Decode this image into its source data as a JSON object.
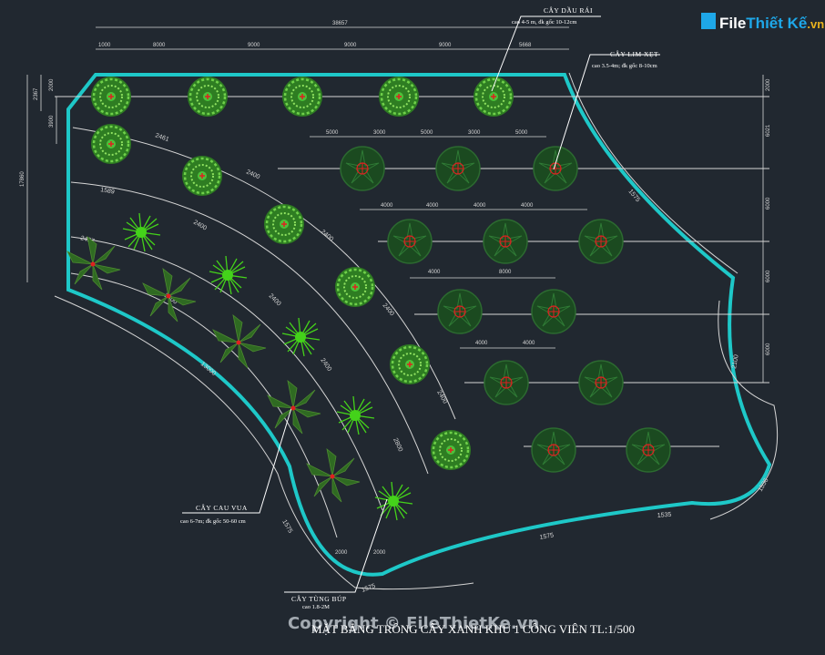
{
  "logo": {
    "file": "File",
    "brand": "Thiết Kế",
    "tld": ".vn"
  },
  "plant_labels": [
    {
      "name": "CÂY DẦU RÁI",
      "spec": "cao 4-5 m, đk gốc 10-12cm"
    },
    {
      "name": "CÂY LIM XẸT",
      "spec": "cao 3.5-4m; đk gốc 8-10cm"
    },
    {
      "name": "CÂY CAU VUA",
      "spec": "cao 6-7m; đk gốc 50-60 cm"
    },
    {
      "name": "CÂY TÙNG BÚP",
      "spec": "cao 1.8-2M"
    }
  ],
  "dimensions": {
    "top_total": "38657",
    "top_segments": [
      "1000",
      "8000",
      "9000",
      "9000",
      "9000",
      "5668"
    ],
    "row2": [
      "5000",
      "3000",
      "5000",
      "3000",
      "5000"
    ],
    "row3": [
      "4000",
      "4000",
      "4000",
      "4000"
    ],
    "row4": [
      "4000",
      "8000"
    ],
    "row5": [
      "4000",
      "4000"
    ],
    "left": [
      "17860",
      "2367",
      "2000",
      "3900"
    ],
    "right": [
      "2000",
      "6021",
      "6000",
      "6000",
      "6000"
    ],
    "bottom": [
      "2000",
      "2000"
    ]
  },
  "curve_labels": [
    "2461",
    "1589",
    "2437",
    "2400",
    "2400",
    "2400",
    "2400",
    "2400",
    "2400",
    "2400",
    "2400",
    "2800",
    "13000",
    "1575",
    "1575",
    "2100",
    "1535",
    "1536",
    "1575",
    "1575"
  ],
  "drawing_title": "MẶT BẰNG TRỒNG CÂY XANH KHU 1 CÔNG VIÊN TL:1/500",
  "watermark": "Copyright © FileThietKe.vn",
  "colors": {
    "background": "#212830",
    "boundary": "#1ec8c8",
    "lines": "#d6d6d6",
    "tree_green": "#3ea52a",
    "dark_tree": "#1f5a24",
    "marker": "#e02020"
  }
}
